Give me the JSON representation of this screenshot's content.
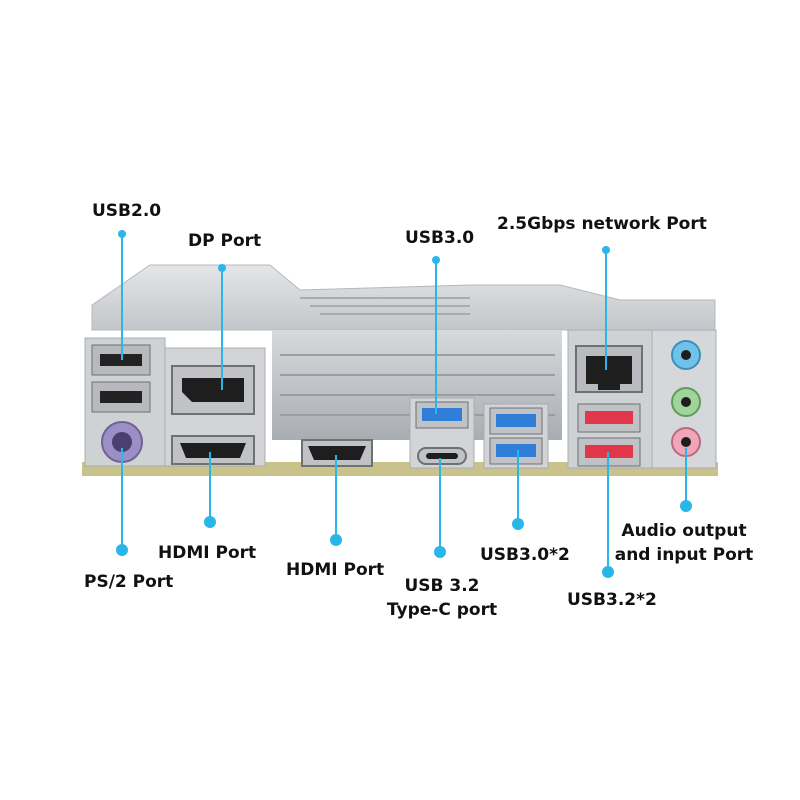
{
  "labels": {
    "usb20": "USB2.0",
    "dp_port": "DP Port",
    "usb30": "USB3.0",
    "network_port": "2.5Gbps network Port",
    "ps2_port": "PS/2 Port",
    "hdmi_port_1": "HDMI Port",
    "hdmi_port_2": "HDMI Port",
    "usb32_typec_line1": "USB 3.2",
    "usb32_typec_line2": "Type-C port",
    "usb30x2": "USB3.0*2",
    "usb32x2": "USB3.2*2",
    "audio_line1": "Audio output",
    "audio_line2": "and input Port"
  },
  "colors": {
    "callout_line": "#29b6e8",
    "label_text": "#111111",
    "usb30_blue": "#2f7fd8",
    "usb32_red": "#e0384a",
    "audio_blue": "#6fc3ea",
    "audio_green": "#9fd49a",
    "audio_pink": "#f0a6b8",
    "ps2_purple": "#9c8fc6"
  }
}
